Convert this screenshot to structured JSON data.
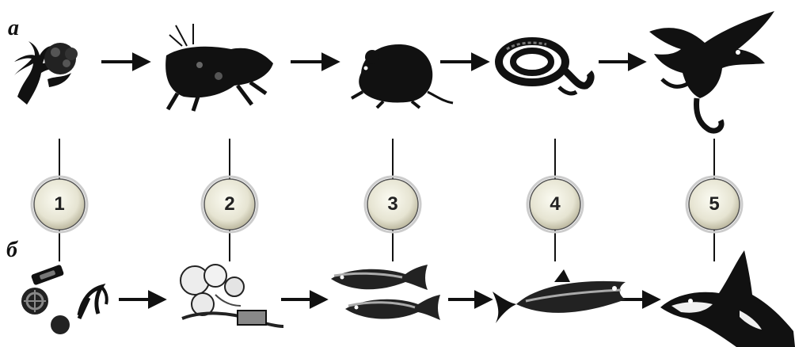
{
  "rows": {
    "a": {
      "label": "а",
      "organisms": [
        "plant",
        "grasshopper",
        "mouse",
        "snake",
        "eagle"
      ]
    },
    "b": {
      "label": "б",
      "organisms": [
        "plankton",
        "krill",
        "small-fish",
        "tuna",
        "orca"
      ]
    }
  },
  "levels": [
    "1",
    "2",
    "3",
    "4",
    "5"
  ]
}
